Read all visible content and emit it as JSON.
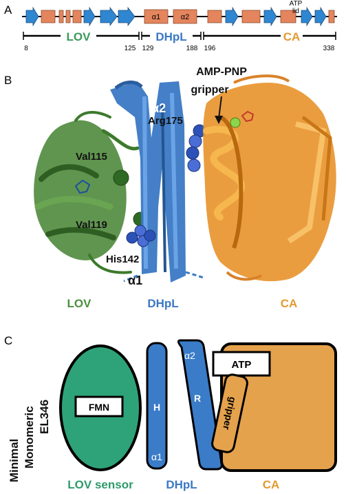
{
  "panel_a": {
    "label": "A",
    "helix_labels": [
      "α1",
      "α2"
    ],
    "atp_lid": "ATP\nlid",
    "domains": [
      {
        "name": "LOV",
        "color": "#3a9a5b"
      },
      {
        "name": "DHpL",
        "color": "#3a78c4"
      },
      {
        "name": "CA",
        "color": "#e39a2e"
      }
    ],
    "residues": [
      "8",
      "125",
      "129",
      "188",
      "196",
      "338"
    ]
  },
  "panel_b": {
    "label": "B",
    "annotations": [
      {
        "text": "AMP-PNP"
      },
      {
        "text": "gripper"
      },
      {
        "text": "α2"
      },
      {
        "text": "Arg175"
      },
      {
        "text": "Val115"
      },
      {
        "text": "Val119"
      },
      {
        "text": "His142"
      },
      {
        "text": "α1"
      }
    ],
    "domain_labels": [
      {
        "text": "LOV",
        "color": "#4a8f3e"
      },
      {
        "text": "DHpL",
        "color": "#3a78c4"
      },
      {
        "text": "CA",
        "color": "#e39a2e"
      }
    ]
  },
  "panel_c": {
    "label": "C",
    "side_title": [
      "Minimal",
      "Monomeric",
      "EL346"
    ],
    "fmn": "FMN",
    "atp": "ATP",
    "gripper": "gripper",
    "h_label": "H",
    "a1_label": "α1",
    "a2_label": "α2",
    "r_label": "R",
    "domain_labels": [
      {
        "text": "LOV sensor",
        "color": "#2e9a6a"
      },
      {
        "text": "DHpL",
        "color": "#3a78c4"
      },
      {
        "text": "CA",
        "color": "#e39a2e"
      }
    ],
    "colors": {
      "lov": "#2ea37a",
      "dhpl": "#3a7cc8",
      "ca": "#e5a24c"
    }
  }
}
